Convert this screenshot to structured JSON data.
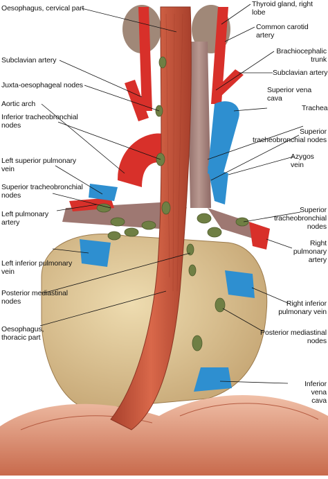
{
  "labels_left": [
    "Oesophagus, cervical part",
    "Subclavian artery",
    "Juxta-oesophageal nodes",
    "Aortic arch",
    "Inferior tracheobronchial\nnodes",
    "Left superior pulmonary\nvein",
    "Superior tracheobronchial\nnodes",
    "Left pulmonary\nartery",
    "Left inferior pulmonary\nvein",
    "Posterior mediastinal\nnodes",
    "Oesophagus,\nthoracic part"
  ],
  "labels_right": [
    "Thyroid gland, right lobe",
    "Common carotid artery",
    "Brachiocephalic\ntrunk",
    "Subclavian artery",
    "Superior vena cava",
    "Trachea",
    "Superior\ntracheobronchial nodes",
    "Azygos vein",
    "Superior\ntracheobronchial\nnodes",
    "Right\npulmonary\nartery",
    "Right inferior\npulmonary vein",
    "Posterior mediastinal\nnodes",
    "Inferior vena\ncava"
  ],
  "colors": {
    "artery": "#d8302a",
    "vein": "#2e8fd0",
    "oesophagus": "#c8553d",
    "node": "#6f7f44",
    "heart": "#d9c08f",
    "thyroid": "#a08878",
    "diaphragm": "#d88a6a"
  }
}
